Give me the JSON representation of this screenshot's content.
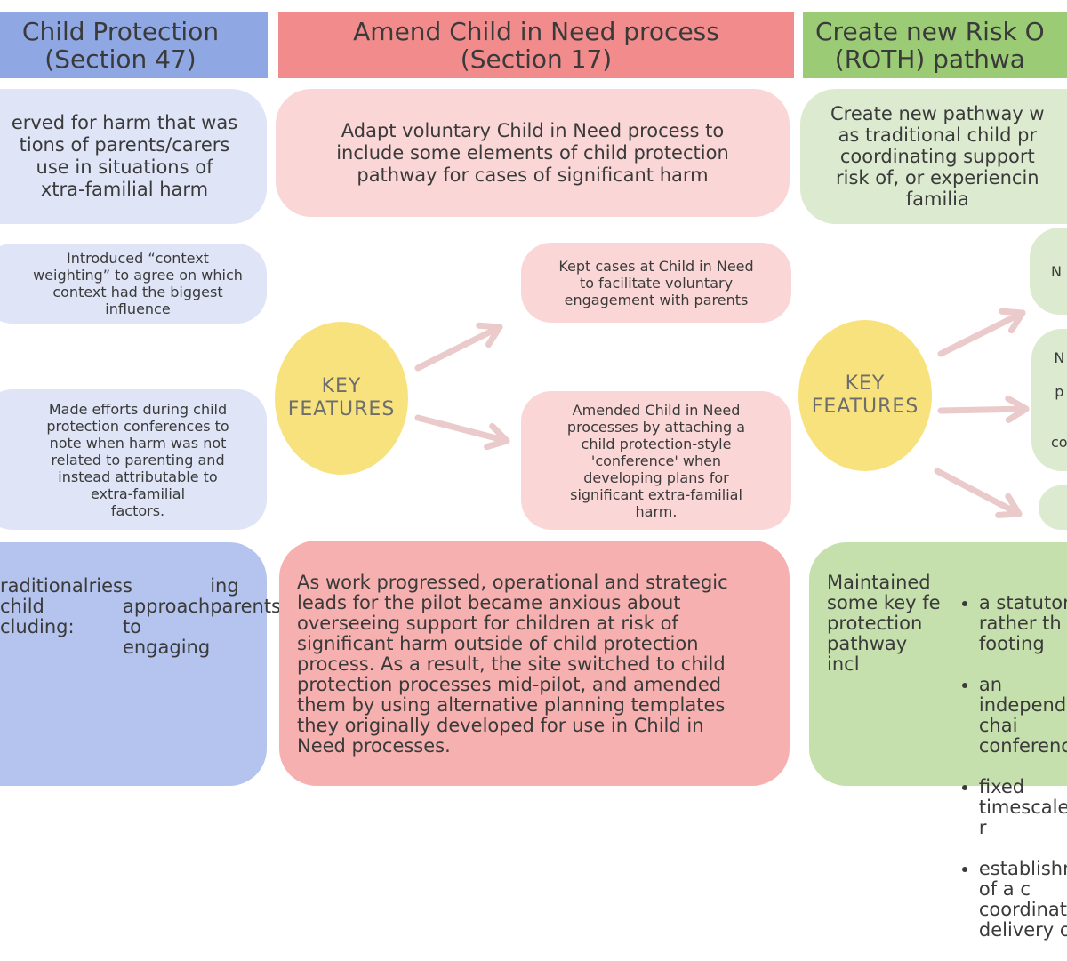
{
  "colors": {
    "blue_header": "#8fa8e4",
    "blue_light": "#dfe5f7",
    "blue_mid": "#b4c4ee",
    "red_header": "#f28c8c",
    "red_light": "#fbd6d6",
    "red_mid": "#f7b0b0",
    "green_header": "#9ccb76",
    "green_light": "#dcebcf",
    "green_mid": "#c6e0ad",
    "key_yellow": "#f8e27e",
    "arrow": "#eacaca"
  },
  "columns": {
    "left": {
      "header": "Child Protection\n(Section 47)",
      "description": "erved for harm that was\ntions of parents/carers\nuse in situations of\nxtra-familial harm",
      "features": [
        "Introduced “context\nweighting” to agree on which\ncontext had the biggest\ninfluence",
        "Made efforts during child\nprotection conferences to\nnote when harm was not\nrelated to parenting and\ninstead attributable to\nextra-familial\nfactors."
      ],
      "outcome": {
        "intro": "raditional child\ncluding:",
        "lines": [
          "ries",
          "",
          "",
          "s approach to engaging",
          "",
          "ing parents"
        ]
      }
    },
    "middle": {
      "header": "Amend Child in Need process\n(Section 17)",
      "description": "Adapt voluntary Child in Need process to\ninclude some elements of child protection\npathway for cases of significant harm",
      "key_label": "KEY\nFEATURES",
      "features": [
        "Kept cases at Child in Need\nto facilitate voluntary\nengagement with parents",
        "Amended Child in Need\nprocesses by attaching a\nchild protection-style\n'conference' when\ndeveloping plans for\nsignificant extra-familial\nharm."
      ],
      "outcome": "As work progressed, operational and strategic\nleads for the pilot became anxious about\noverseeing support for children at risk of\nsignificant harm outside of child protection\nprocess. As a result, the site switched to child\nprotection processes mid-pilot, and amended\nthem by using alternative planning templates\nthey originally developed for use in Child in\nNeed processes."
    },
    "right": {
      "header": "Create new Risk O\n(ROTH) pathwa",
      "description": "Create new pathway w\nas traditional child pr\ncoordinating support\nrisk of, or experiencin\nfamilia",
      "key_label": "KEY\nFEATURES",
      "features": [
        "N",
        "N\n\np\n\n\nco",
        ""
      ],
      "outcome": {
        "intro": "Maintained some key fe\nprotection pathway incl",
        "bullets": [
          "a statutory, rather th\nfooting",
          "an independent chai\nconferences",
          "fixed timescales to r",
          "establishment of a c\ncoordinate delivery o"
        ]
      }
    }
  }
}
